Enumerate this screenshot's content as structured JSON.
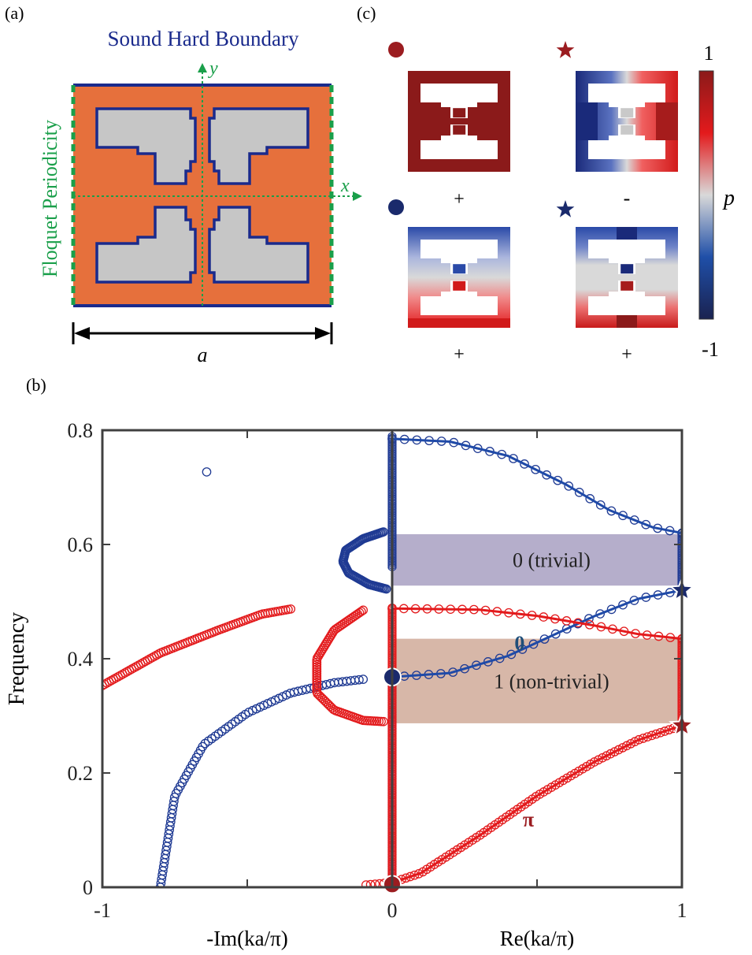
{
  "panel_a": {
    "label": "(a)",
    "top_text": "Sound Hard Boundary",
    "side_text": "Floquet Periodicity",
    "x_axis": "x",
    "y_axis": "y",
    "width_label": "a"
  },
  "panel_c": {
    "label": "(c)",
    "parities": [
      "+",
      "-",
      "+",
      "+"
    ],
    "colorbar_max": "1",
    "colorbar_min": "-1",
    "colorbar_label": "p"
  },
  "colors": {
    "red": "#e31a1c",
    "darkred": "#9b1c20",
    "blue": "#1f3a93",
    "navy": "#1a2a6c",
    "orange": "#e6703c",
    "green": "#1a9f4a",
    "gray": "#cccccc"
  },
  "chart_data": {
    "type": "scatter",
    "panel_label": "(b)",
    "ylabel": "Frequency",
    "xlabel_left": "-Im(ka/π)",
    "xlabel_right": "Re(ka/π)",
    "xlim": [
      -1,
      1
    ],
    "ylim": [
      0,
      0.8
    ],
    "xticks": [
      -1,
      0,
      1
    ],
    "yticks": [
      0,
      0.2,
      0.4,
      0.6,
      0.8
    ],
    "xtick_labels": [
      "-1",
      "0",
      "1"
    ],
    "ytick_labels": [
      "0",
      "0.2",
      "0.4",
      "0.6",
      "0.8"
    ],
    "gaps": [
      {
        "label": "0 (trivial)",
        "y_range": [
          0.528,
          0.618
        ],
        "color": "#b5aecb"
      },
      {
        "label": "1 (non-trivial)",
        "y_range": [
          0.287,
          0.435
        ],
        "color": "#d7b7a8"
      }
    ],
    "band_annotations": [
      {
        "text": "0",
        "x": 0.44,
        "y": 0.415,
        "color": "#1f4e79"
      },
      {
        "text": "π",
        "x": 0.47,
        "y": 0.107,
        "color": "#9b1c20"
      }
    ],
    "curves": [
      {
        "color": "blue",
        "points": [
          [
            0,
            0.785
          ],
          [
            0.2,
            0.78
          ],
          [
            0.4,
            0.755
          ],
          [
            0.6,
            0.705
          ],
          [
            0.75,
            0.66
          ],
          [
            0.9,
            0.63
          ],
          [
            1,
            0.62
          ]
        ]
      },
      {
        "color": "blue",
        "points": [
          [
            0,
            0.368
          ],
          [
            0.2,
            0.375
          ],
          [
            0.4,
            0.405
          ],
          [
            0.55,
            0.44
          ],
          [
            0.7,
            0.475
          ],
          [
            0.85,
            0.505
          ],
          [
            1,
            0.52
          ]
        ]
      },
      {
        "color": "red",
        "points": [
          [
            0,
            0.488
          ],
          [
            0.3,
            0.486
          ],
          [
            0.5,
            0.475
          ],
          [
            0.7,
            0.458
          ],
          [
            0.85,
            0.443
          ],
          [
            1,
            0.435
          ]
        ]
      },
      {
        "color": "red",
        "points": [
          [
            0,
            0.008
          ],
          [
            0.1,
            0.025
          ],
          [
            0.3,
            0.09
          ],
          [
            0.5,
            0.16
          ],
          [
            0.7,
            0.22
          ],
          [
            0.85,
            0.258
          ],
          [
            1,
            0.283
          ]
        ]
      }
    ],
    "circle_curves": [
      {
        "color": "blue",
        "points": [
          [
            0,
            0.785
          ],
          [
            0.2,
            0.78
          ],
          [
            0.4,
            0.755
          ],
          [
            0.6,
            0.705
          ],
          [
            0.75,
            0.66
          ],
          [
            0.9,
            0.63
          ],
          [
            1,
            0.62
          ]
        ]
      },
      {
        "color": "blue",
        "points": [
          [
            0,
            0.368
          ],
          [
            0.2,
            0.375
          ],
          [
            0.4,
            0.405
          ],
          [
            0.55,
            0.44
          ],
          [
            0.7,
            0.475
          ],
          [
            0.85,
            0.505
          ],
          [
            1,
            0.52
          ]
        ]
      },
      {
        "color": "red",
        "points": [
          [
            0,
            0.488
          ],
          [
            0.3,
            0.486
          ],
          [
            0.5,
            0.475
          ],
          [
            0.7,
            0.458
          ],
          [
            0.85,
            0.443
          ],
          [
            1,
            0.435
          ]
        ]
      },
      {
        "color": "red",
        "points": [
          [
            -0.09,
            0.004
          ],
          [
            0,
            0.008
          ],
          [
            0.1,
            0.025
          ],
          [
            0.3,
            0.09
          ],
          [
            0.5,
            0.16
          ],
          [
            0.7,
            0.22
          ],
          [
            0.85,
            0.258
          ],
          [
            1,
            0.283
          ]
        ]
      },
      {
        "color": "red",
        "points": [
          [
            -1,
            0.353
          ],
          [
            -0.8,
            0.41
          ],
          [
            -0.6,
            0.45
          ],
          [
            -0.45,
            0.478
          ],
          [
            -0.35,
            0.487
          ]
        ]
      },
      {
        "color": "blue",
        "points": [
          [
            -0.8,
            0.0
          ],
          [
            -0.75,
            0.16
          ],
          [
            -0.65,
            0.25
          ],
          [
            -0.5,
            0.305
          ],
          [
            -0.35,
            0.34
          ],
          [
            -0.2,
            0.358
          ],
          [
            -0.1,
            0.364
          ]
        ]
      },
      {
        "color": "red",
        "points": [
          [
            -0.1,
            0.485
          ],
          [
            -0.2,
            0.45
          ],
          [
            -0.26,
            0.4
          ],
          [
            -0.26,
            0.34
          ],
          [
            -0.2,
            0.31
          ],
          [
            -0.1,
            0.292
          ],
          [
            -0.03,
            0.29
          ]
        ]
      },
      {
        "color": "blue",
        "points": [
          [
            -0.03,
            0.622
          ],
          [
            -0.1,
            0.61
          ],
          [
            -0.16,
            0.59
          ],
          [
            -0.17,
            0.57
          ],
          [
            -0.15,
            0.55
          ],
          [
            -0.08,
            0.53
          ],
          [
            -0.02,
            0.522
          ]
        ]
      }
    ],
    "outlier_points": [
      {
        "color": "blue",
        "x": -0.64,
        "y": 0.727
      }
    ],
    "special_points": [
      {
        "shape": "circle",
        "color": "#9b1c20",
        "x": 0,
        "y": 0.005
      },
      {
        "shape": "circle",
        "color": "#1a2a6c",
        "x": 0,
        "y": 0.368
      },
      {
        "shape": "star",
        "color": "#1a2a6c",
        "x": 1,
        "y": 0.52
      },
      {
        "shape": "star",
        "color": "#9b1c20",
        "x": 1,
        "y": 0.283
      }
    ]
  }
}
